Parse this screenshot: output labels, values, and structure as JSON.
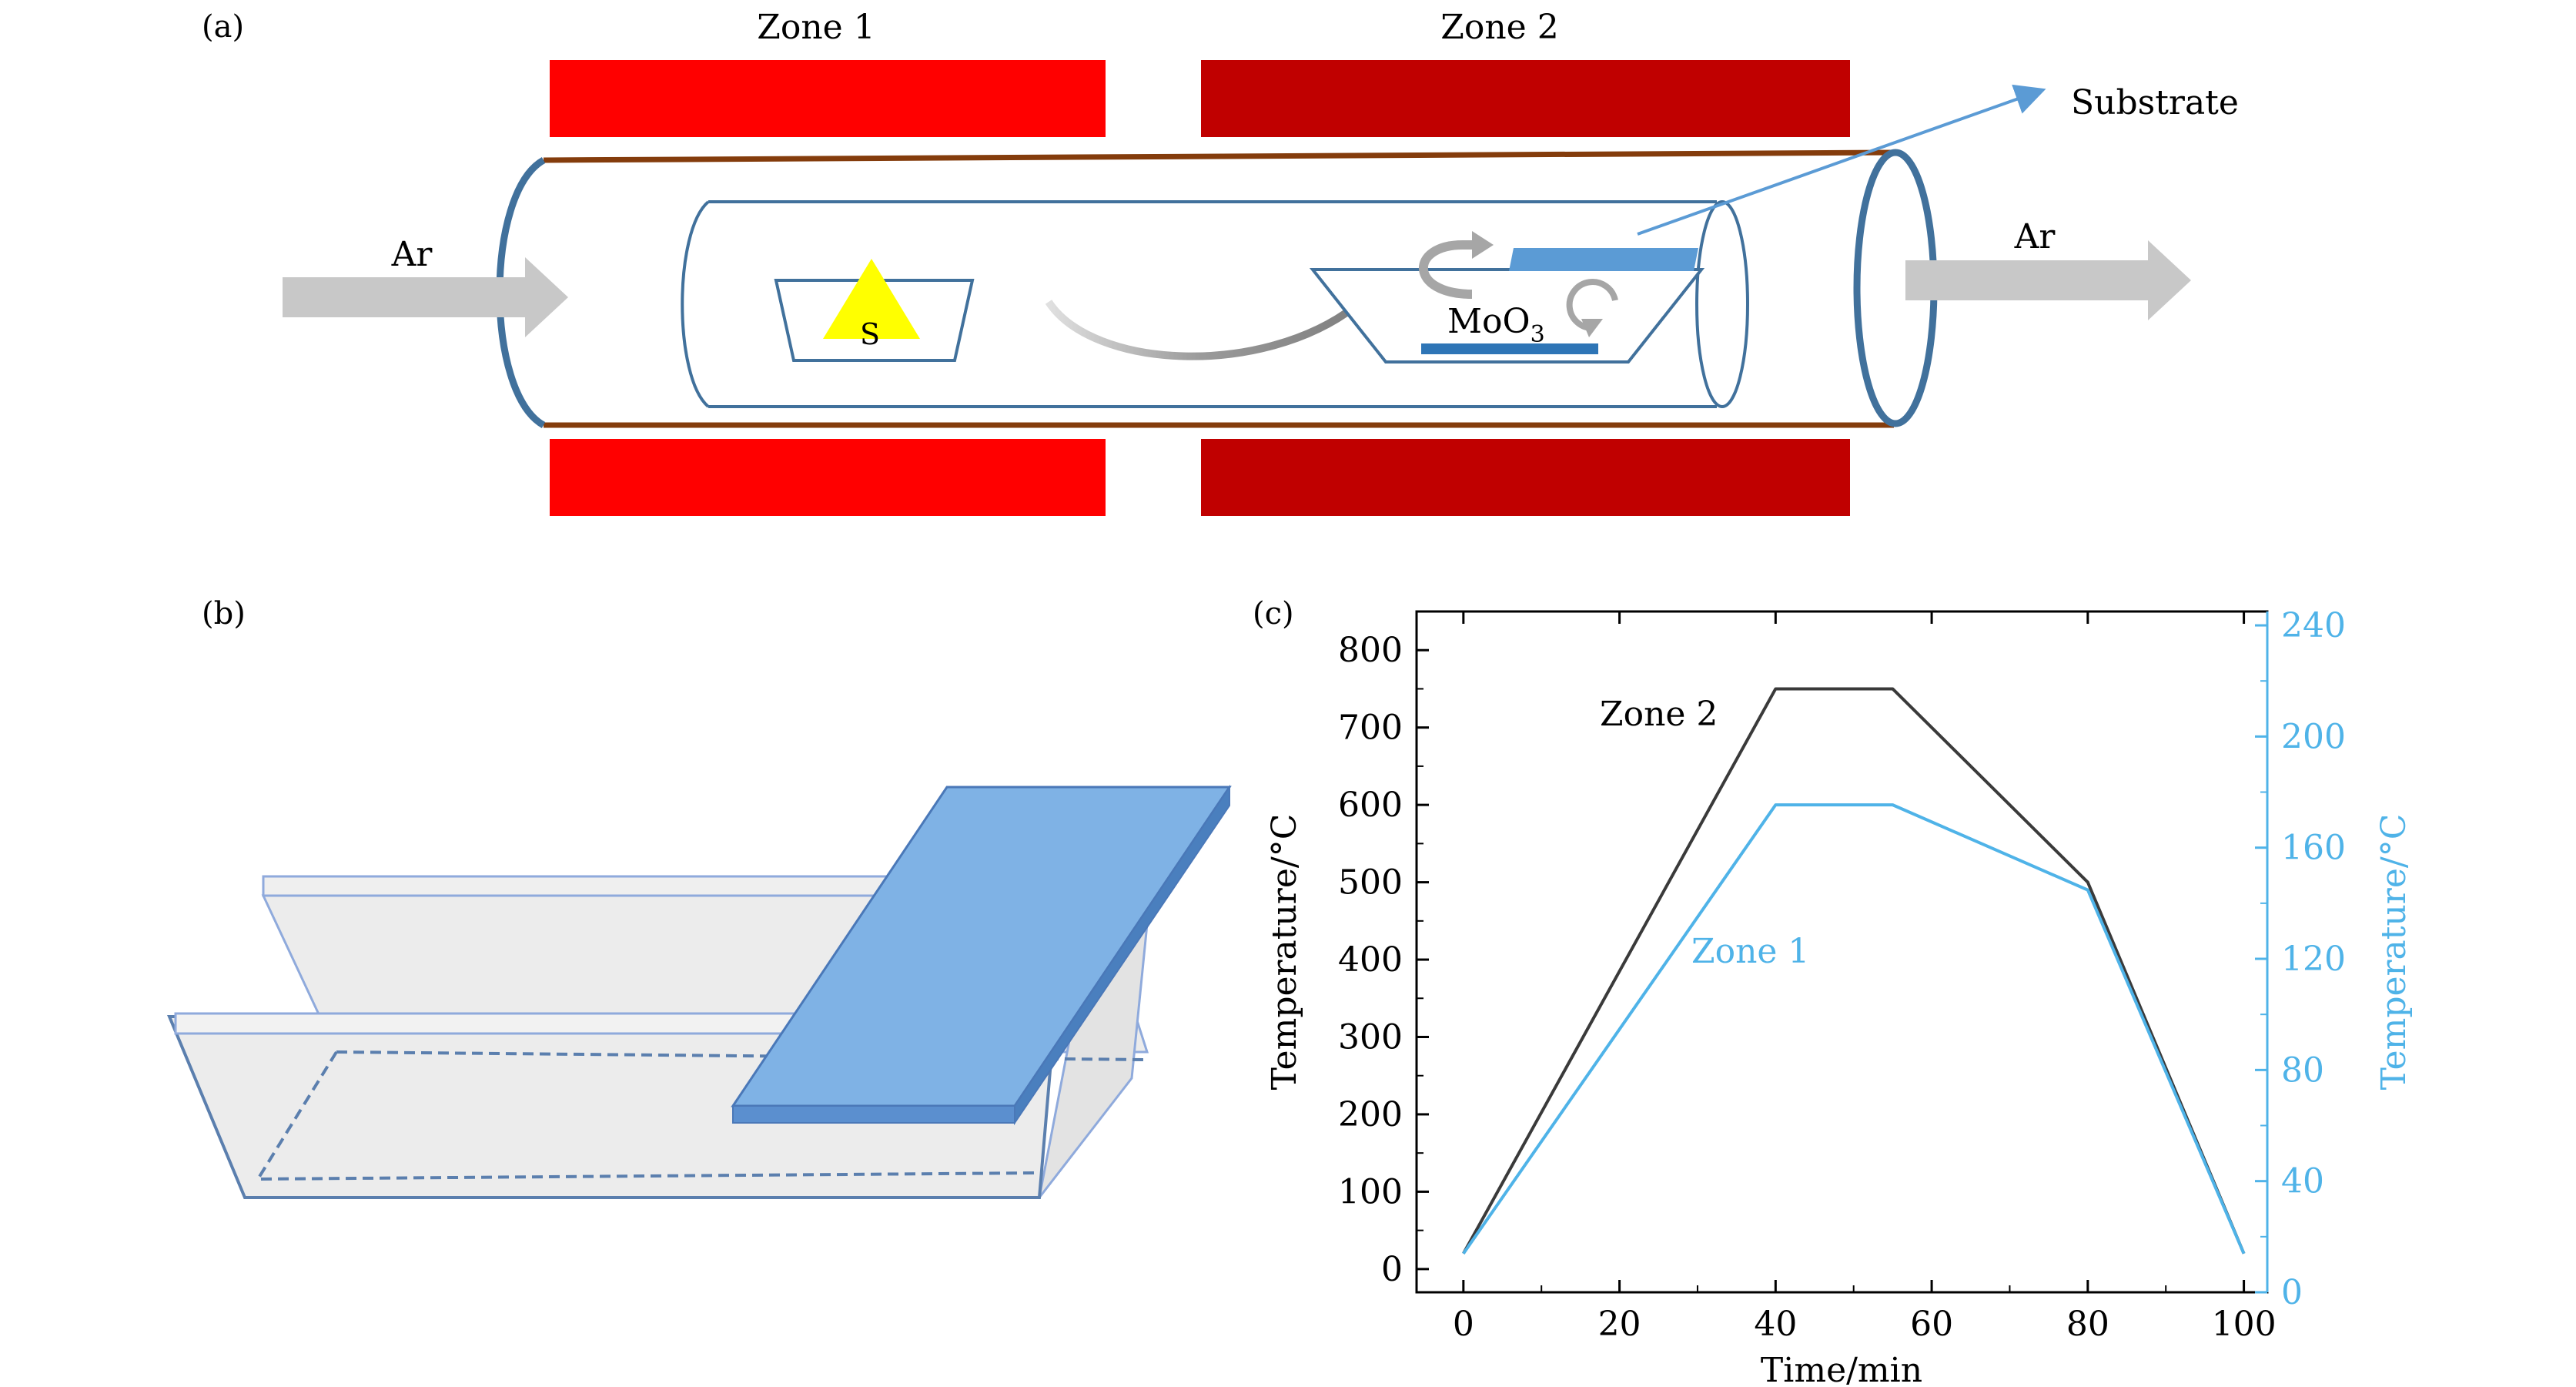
{
  "panel_labels": {
    "a": "(a)",
    "b": "(b)",
    "c": "(c)"
  },
  "schematic": {
    "zone1_label": "Zone 1",
    "zone2_label": "Zone 2",
    "gas_in_label": "Ar",
    "gas_out_label": "Ar",
    "substrate_label": "Substrate",
    "sulfur_label": "S",
    "moo3_label_main": "MoO",
    "moo3_label_sub": "3"
  },
  "colors": {
    "zone1_heater": "#ff0000",
    "zone2_heater": "#c00000",
    "tube_outline": "#41719c",
    "tube_edge": "#843c0c",
    "substrate": "#5b9bd5",
    "sulfur": "#ffff00",
    "arrow_gray": "#c8c8c8",
    "zone1_curve": "#4fb3e8",
    "zone2_curve": "#3a3a3a"
  },
  "chart_data": {
    "type": "line",
    "xlabel": "Time/min",
    "ylabel_left": "Temperature/°C",
    "ylabel_right": "Temperature/°C",
    "xlim": [
      -6,
      103
    ],
    "x_ticks": [
      0,
      20,
      40,
      60,
      80,
      100
    ],
    "ylim_left": [
      -30,
      850
    ],
    "y_ticks_left": [
      0,
      100,
      200,
      300,
      400,
      500,
      600,
      700,
      800
    ],
    "ylim_right": [
      0,
      245
    ],
    "y_ticks_right": [
      0,
      40,
      80,
      120,
      160,
      200,
      240
    ],
    "series": [
      {
        "name": "Zone 2",
        "axis": "left",
        "color": "#3a3a3a",
        "x": [
          0,
          40,
          55,
          80,
          100
        ],
        "y": [
          20,
          750,
          750,
          500,
          20
        ]
      },
      {
        "name": "Zone 1",
        "axis": "left",
        "color": "#4fb3e8",
        "x": [
          0,
          40,
          55,
          80,
          100
        ],
        "y": [
          20,
          600,
          600,
          490,
          20
        ]
      }
    ]
  }
}
